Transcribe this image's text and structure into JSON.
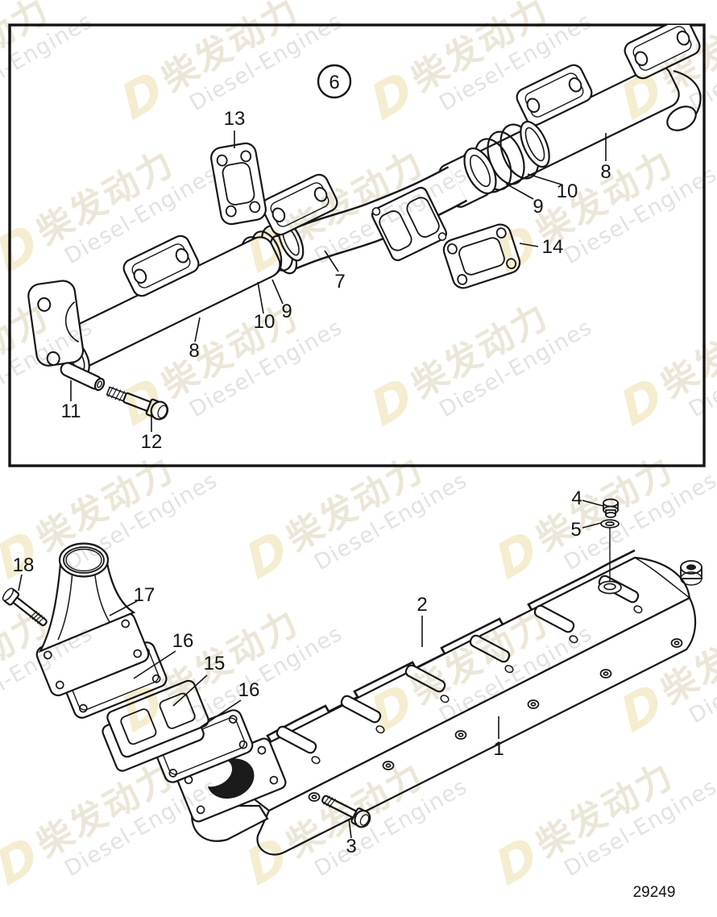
{
  "figure": {
    "type": "exploded-parts-diagram",
    "drawing_number": "29249",
    "callouts": {
      "v6": "6",
      "n13": "13",
      "n8r": "8",
      "n10r": "10",
      "n9r": "9",
      "n14": "14",
      "n7": "7",
      "n9l": "9",
      "n10l": "10",
      "n8l": "8",
      "n11": "11",
      "n12": "12",
      "n4": "4",
      "n5": "5",
      "n18": "18",
      "n17": "17",
      "n16a": "16",
      "n15": "15",
      "n16b": "16",
      "n2": "2",
      "n1": "1",
      "n3": "3"
    }
  },
  "watermark": {
    "logo_letter": "D",
    "brand_cn": "柴发动力",
    "brand_en": "Diesel-Engines"
  },
  "colors": {
    "line": "#161616",
    "dark_fill": "#1b1b1b",
    "wm_logo": "#f4edd0",
    "wm_cn": "#ebe6d8",
    "wm_en": "#e2e2e2"
  }
}
